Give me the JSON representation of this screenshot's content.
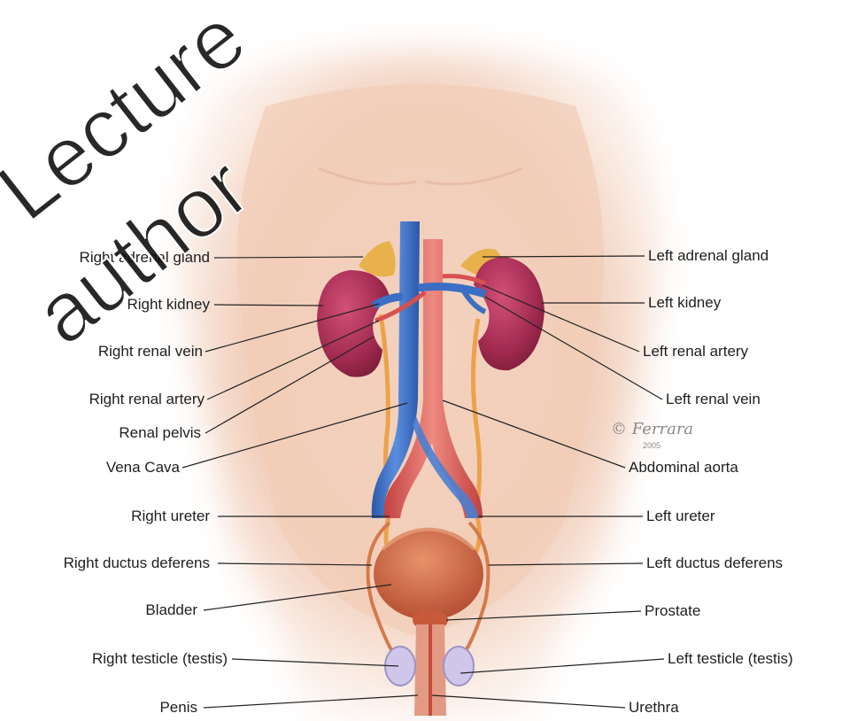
{
  "watermark": {
    "line1": "Lecture",
    "line2": "author"
  },
  "artist": {
    "signature": "Ferrara",
    "year": "2005"
  },
  "labels_left": [
    "Right adrenal gland",
    "Right kidney",
    "Right renal vein",
    "Right renal artery",
    "Renal pelvis",
    "Vena Cava",
    "Right ureter",
    "Right ductus deferens",
    "Bladder",
    "Right testicle (testis)",
    "Penis"
  ],
  "labels_right": [
    "Left adrenal gland",
    "Left kidney",
    "Left renal artery",
    "Left renal vein",
    "Abdominal aorta",
    "Left ureter",
    "Left ductus deferens",
    "Prostate",
    "Left testicle (testis)",
    "Urethra"
  ],
  "colors": {
    "skin": "#f3d2c0",
    "kidney": "#a52a52",
    "vein": "#3b6fc4",
    "artery": "#d8504f",
    "ureter": "#eca24a",
    "adrenal": "#e8b14c",
    "bladder": "#cd6a43",
    "testis": "#cfc6ea",
    "leader_line": "#222222"
  }
}
